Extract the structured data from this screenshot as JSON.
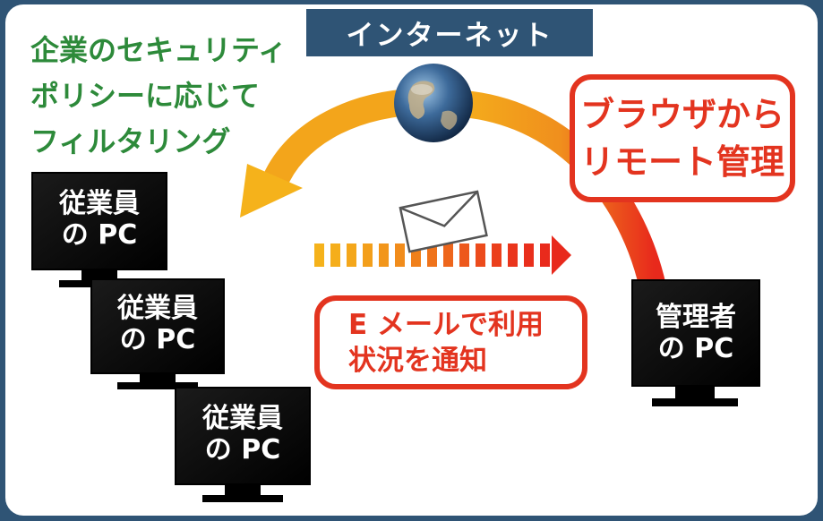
{
  "header": {
    "title": "インターネット"
  },
  "policy_text": "企業のセキュリティ\nポリシーに応じて\nフィルタリング",
  "remote_callout": "ブラウザから\nリモート管理",
  "mail_callout": "E メールで利用\n状況を通知",
  "employee_pcs": [
    {
      "label": "従業員\nの PC"
    },
    {
      "label": "従業員\nの PC"
    },
    {
      "label": "従業員\nの PC"
    }
  ],
  "admin_pc": {
    "label": "管理者\nの PC"
  },
  "colors": {
    "frame": "#2f5475",
    "policy_text": "#2d8a3a",
    "callout": "#e3341f",
    "arrow_start": "#f5b21b",
    "arrow_end": "#e8291c"
  },
  "icons": [
    "globe-icon",
    "envelope-icon",
    "curved-arrow-icon",
    "dashed-arrow-icon",
    "monitor-icon"
  ]
}
